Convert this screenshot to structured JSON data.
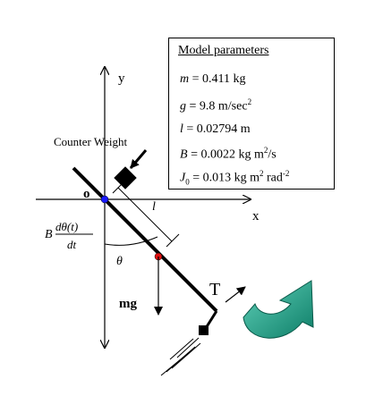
{
  "labels": {
    "y_axis": "y",
    "x_axis": "x",
    "origin": "o",
    "counter_weight": "Counter Weight",
    "length": "l",
    "theta": "θ",
    "gravity_force": "mg",
    "thrust": "T",
    "damping_coef": "B",
    "damping_num": "dθ(t)",
    "damping_den": "dt"
  },
  "params": {
    "title": "Model parameters",
    "m": {
      "symbol": "m",
      "value": " = 0.411 kg"
    },
    "g": {
      "symbol": "g",
      "value": " = 9.8 m/sec",
      "sup": "2"
    },
    "l": {
      "symbol": "l",
      "value": " = 0.02794 m"
    },
    "B": {
      "symbol": "B",
      "value": " = 0.0022 kg m",
      "sup": "2",
      "tail": "/s"
    },
    "J": {
      "symbol": "J",
      "sub": "0",
      "value": " = 0.013 kg m",
      "sup": "2",
      "tail": " rad",
      "sup2": "-2"
    }
  },
  "colors": {
    "origin_dot": "#1a1aff",
    "cog_dot": "#e01010",
    "rotation_arrow": "#1fa08a"
  }
}
